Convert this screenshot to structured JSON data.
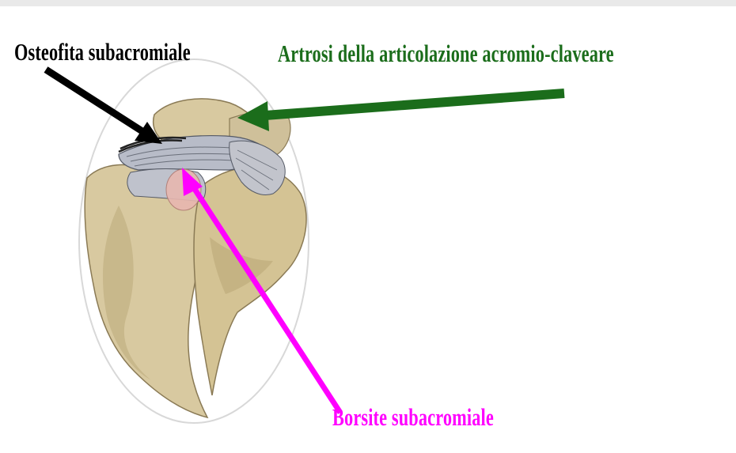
{
  "labels": {
    "osteofita": "Osteofita subacromiale",
    "artrosi": "Artrosi della articolazione acromio-claveare",
    "borsite": "Borsite subacromiale"
  },
  "colors": {
    "background": "#ffffff",
    "bone": "#d8c9a0",
    "bone_shadow": "#b9a778",
    "ligament": "#b8bcc8",
    "bursa": "#e8b7b0",
    "arrow_osteofita": "#000000",
    "arrow_artrosi": "#1b6d1b",
    "arrow_borsite": "#ff00ff"
  }
}
